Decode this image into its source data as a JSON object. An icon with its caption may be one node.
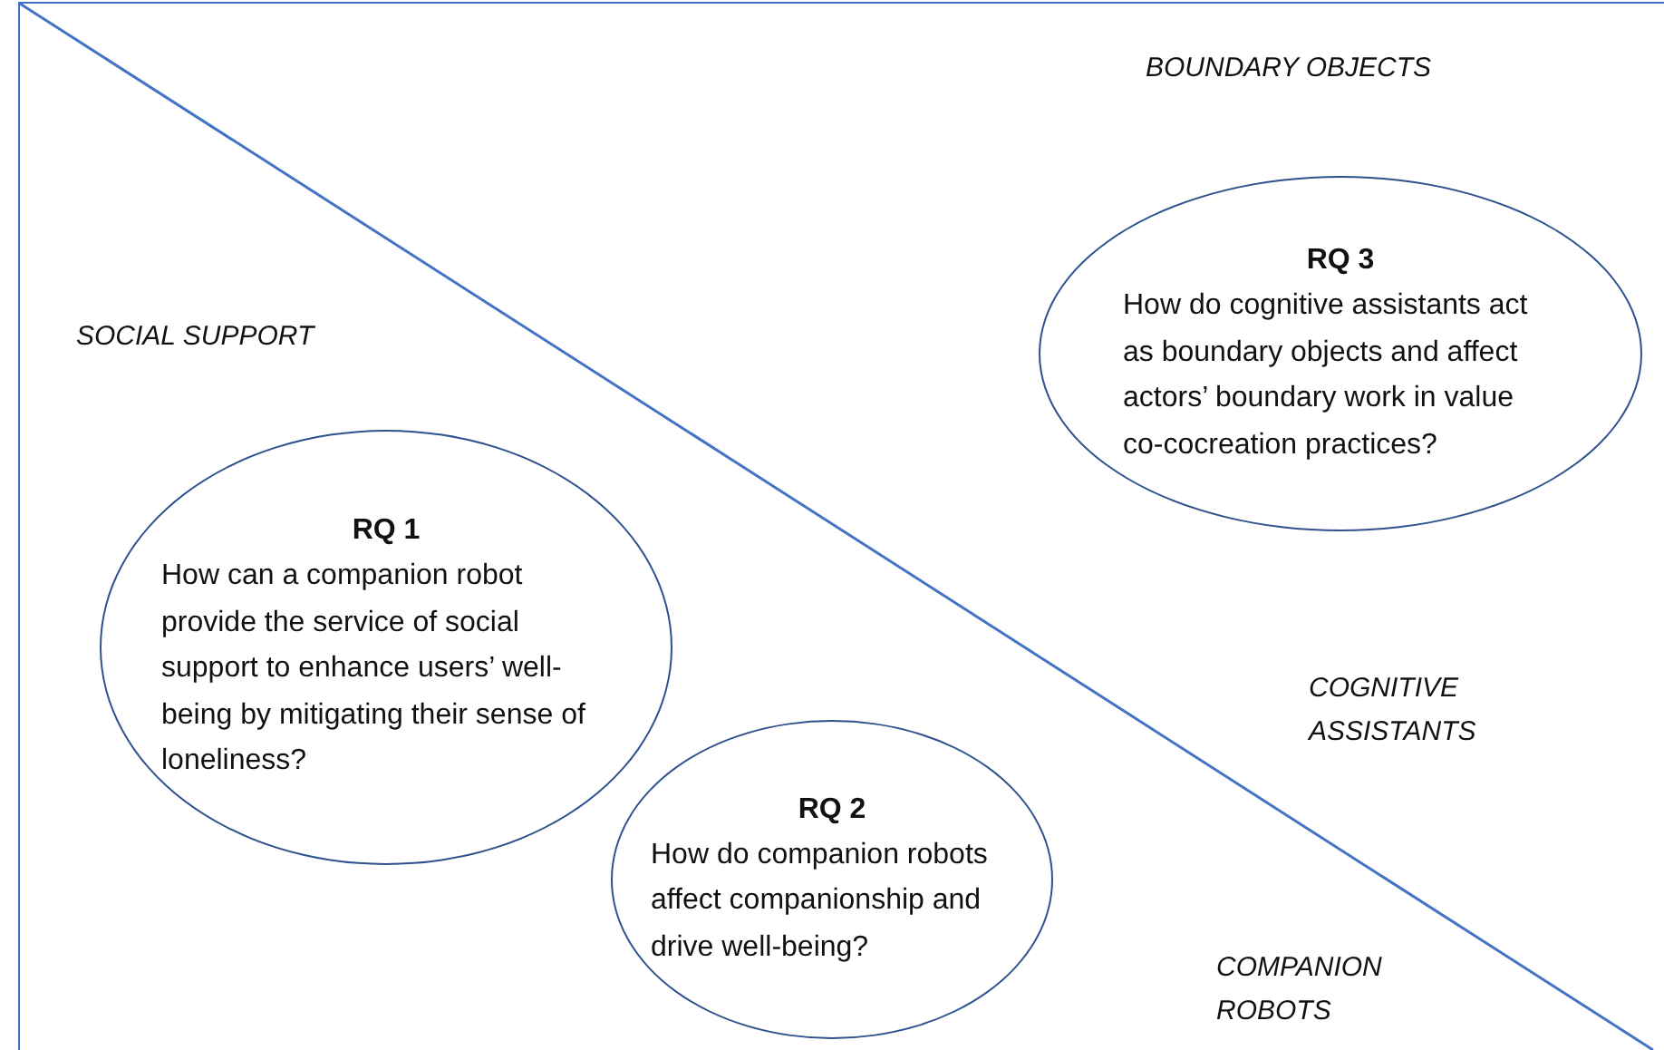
{
  "diagram": {
    "nodes": [
      {
        "text": [
          "RQ 1",
          "How can a companion robot provide the service of social support to enhance users’ well-being by mitigating their sense of loneliness?"
        ]
      },
      {
        "text": [
          "RQ 2",
          "How do companion robots affect companionship and drive well-being?"
        ]
      },
      {
        "text": [
          "RQ 3",
          "How do cognitive assistants act as boundary objects and affect actors’ boundary work in value co-cocreation practices?"
        ]
      }
    ],
    "labels": [
      "BOUNDARY OBJECTS",
      "SOCIAL SUPPORT",
      "COGNITIVE ASSISTANTS",
      "COMPANION ROBOTS"
    ]
  }
}
